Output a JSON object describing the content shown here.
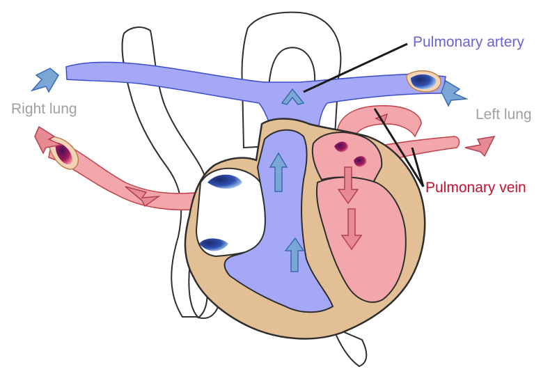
{
  "labels": {
    "pulmonary_artery": "Pulmonary artery",
    "pulmonary_vein": "Pulmonary vein",
    "right_lung": "Right lung",
    "left_lung": "Left lung"
  },
  "colors": {
    "artery_label": "#6b63d6",
    "vein_label": "#c8102e",
    "lung_label": "#a0a0a0",
    "deoxygenated_blood": "#a4a8f6",
    "oxygenated_blood": "#f3a6ab",
    "muscle": "#e3bf95",
    "outline": "#2e2e2e",
    "pointer": "#1a1a1a"
  },
  "icons": {
    "blood_flow": "flow-arrow-icon",
    "blood_cell": "blood-droplet-icon"
  }
}
